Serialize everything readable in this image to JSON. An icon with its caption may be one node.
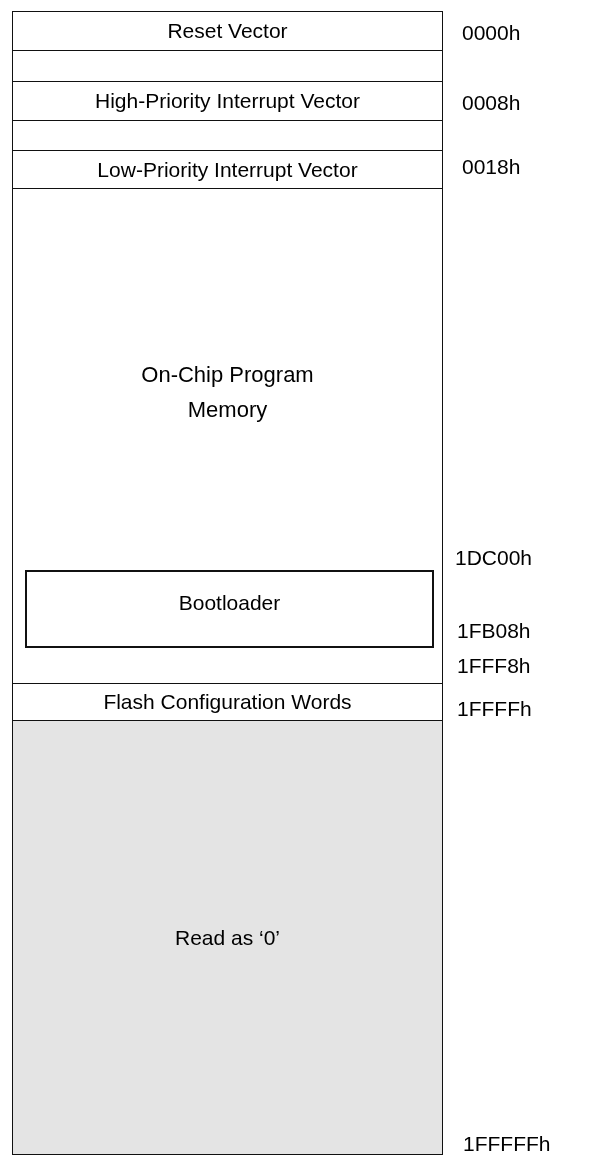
{
  "diagram": {
    "nodes": [
      {
        "text": [
          "Reset Vector"
        ]
      },
      {
        "text": [],
        "shape": "box"
      },
      {
        "text": [
          "High-Priority Interrupt Vector"
        ]
      },
      {
        "text": [],
        "shape": "box"
      },
      {
        "text": [
          "Low-Priority Interrupt Vector"
        ]
      },
      {
        "text": [
          "On-Chip Program Memory"
        ]
      },
      {
        "text": [
          "Bootloader"
        ],
        "in": 5
      },
      {
        "text": [
          "Flash Configuration Words"
        ]
      },
      {
        "text": [
          "Read as ‘0’"
        ]
      }
    ],
    "labels": [
      "0000h",
      "0008h",
      "0018h",
      "1DC00h",
      "1FB08h",
      "1FFF8h",
      "1FFFFh",
      "1FFFFFh"
    ]
  }
}
